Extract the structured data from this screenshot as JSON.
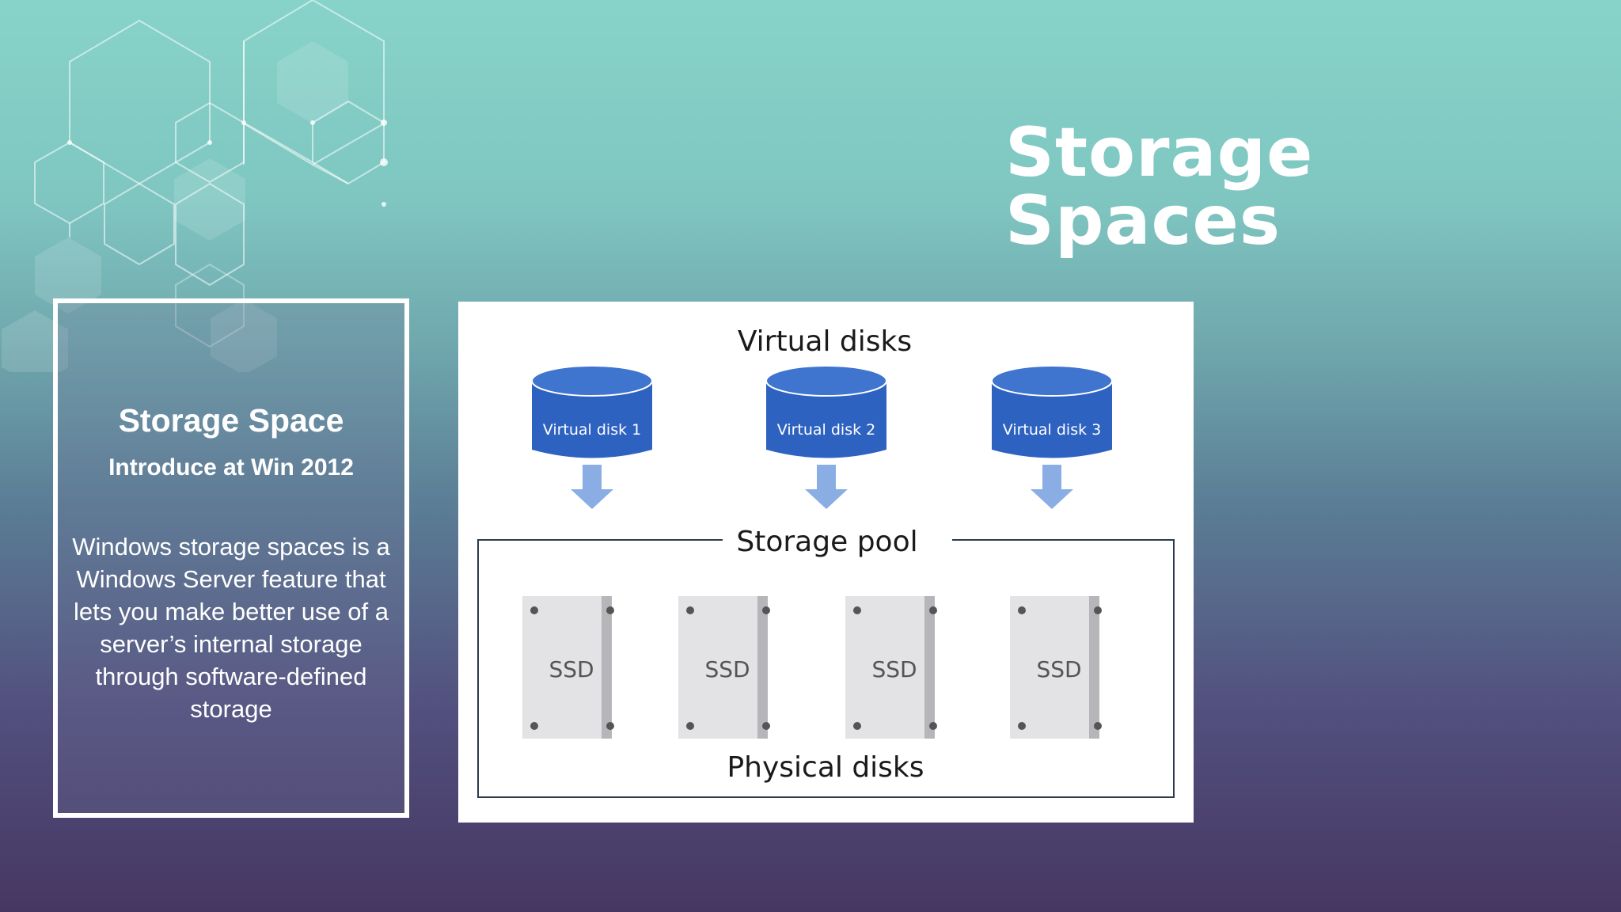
{
  "slide": {
    "title": "Storage Spaces"
  },
  "info_box": {
    "title": "Storage Space",
    "subtitle": "Introduce at Win 2012",
    "body": "Windows storage spaces is a Windows Server feature that lets you make better use of a server’s internal storage through software-defined storage"
  },
  "diagram": {
    "virtual_heading": "Virtual disks",
    "virtual_disks": [
      "Virtual disk 1",
      "Virtual disk 2",
      "Virtual disk 3"
    ],
    "pool_label": "Storage pool",
    "physical_disks": [
      "SSD",
      "SSD",
      "SSD",
      "SSD"
    ],
    "physical_label": "Physical disks"
  },
  "colors": {
    "disk_blue": "#2e62c1",
    "disk_top": "#3f74cf",
    "arrow": "#8aaee4",
    "pool_border": "#2c3a4c",
    "ssd_face": "#e3e3e5",
    "ssd_side": "#b6b6ba"
  }
}
